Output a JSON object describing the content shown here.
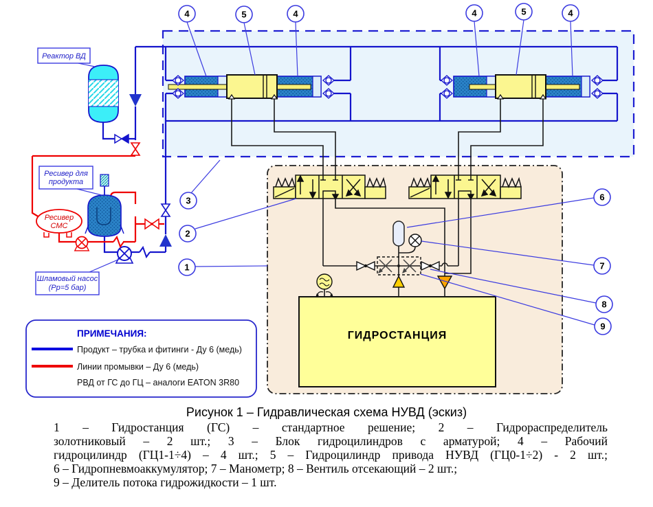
{
  "labels": {
    "reactor": "Реактор ВД",
    "receiver_product_1": "Ресивер для",
    "receiver_product_2": "продукта",
    "receiver_cmc_1": "Ресивер",
    "receiver_cmc_2": "СМС",
    "slurry_pump_1": "Шламовый насос",
    "slurry_pump_2": "(Рр=5 бар)",
    "hydrostation": "ГИДРОСТАНЦИЯ"
  },
  "callouts": {
    "top_left": [
      "4",
      "5",
      "4"
    ],
    "top_right": [
      "4",
      "5",
      "4"
    ],
    "left": [
      "3",
      "2",
      "1"
    ],
    "right": [
      "6",
      "7",
      "8",
      "9"
    ]
  },
  "legend": {
    "title": "ПРИМЕЧАНИЯ:",
    "items": [
      {
        "marker_color": "#0000e0",
        "text": "Продукт – трубка и фитинги - Ду 6 (медь)"
      },
      {
        "marker_color": "#ee0000",
        "text": "Линии промывки – Ду 6 (медь)"
      },
      {
        "marker_color": "",
        "text": "РВД от ГС до ГЦ – аналоги EATON 3R80"
      }
    ]
  },
  "caption": "Рисунок 1 – Гидравлическая схема НУВД (эскиз)",
  "description": {
    "lines": [
      "1 – Гидростанция (ГС) – стандартное решение; 2 – Гидрораспределитель",
      "золотниковый – 2 шт.; 3 – Блок гидроцилиндров с арматурой; 4 – Рабочий",
      "гидроцилиндр (ГЦ1-1÷4) – 4 шт.; 5 – Гидроцилиндр привода НУВД (ГЦ0-1÷2) - 2 шт.;",
      "6 – Гидропневмоаккумулятор;  7 – Манометр; 8 – Вентиль отсекающий – 2 шт.;",
      "9 – Делитель потока гидрожидкости – 1 шт."
    ]
  },
  "colors": {
    "product_line": "#1414cc",
    "flush_line": "#ee0000",
    "callout_blue": "#3b3be0",
    "cylinder_blue": "#2b83c8",
    "valve_yellow": "#fbf690",
    "hydro_yellow": "#ffff99",
    "station_beige": "#f9ecdc",
    "block_lightblue": "#e9f4fc",
    "reactor_cyan": "#3ceef8",
    "p_triangle": "#ffcf00",
    "return_triangle": "#ffa500"
  }
}
